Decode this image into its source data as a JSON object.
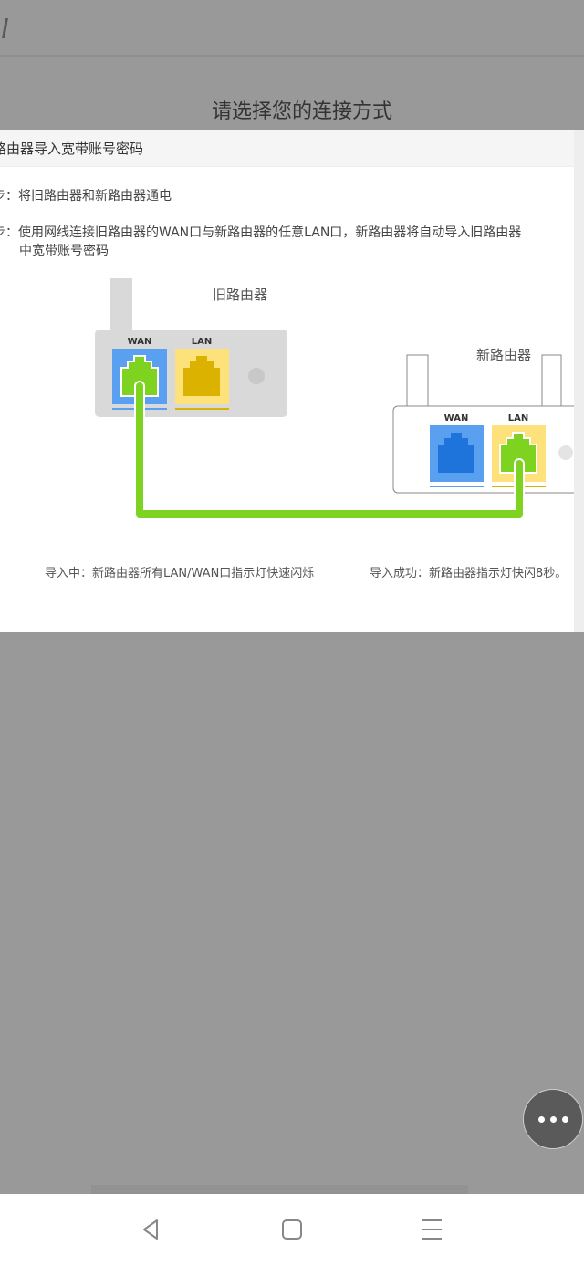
{
  "page": {
    "title": "请选择您的连接方式"
  },
  "panel": {
    "heading": "路由器导入宽带账号密码",
    "steps": [
      {
        "prefix": "步：",
        "text": "将旧路由器和新路由器通电"
      },
      {
        "prefix": "步：",
        "text": "使用网线连接旧路由器的WAN口与新路由器的任意LAN口，新路由器将自动导入旧路由器",
        "text2": "中宽带账号密码"
      }
    ],
    "diagram": {
      "old_router": {
        "label": "旧路由器",
        "wan": "WAN",
        "lan": "LAN"
      },
      "new_router": {
        "label": "新路由器",
        "wan": "WAN",
        "lan": "LAN"
      },
      "colors": {
        "wan": "#5aa0f0",
        "lan": "#fde17a",
        "cable": "#7ed321"
      }
    },
    "notes": {
      "importing": "导入中：新路由器所有LAN/WAN口指示灯快速闪烁",
      "success": "导入成功：新路由器指示灯快闪8秒。"
    }
  },
  "fab": {
    "icon": "more-dots-icon"
  },
  "navbar": {
    "back": "back-icon",
    "home": "home-icon",
    "menu": "menu-icon"
  }
}
